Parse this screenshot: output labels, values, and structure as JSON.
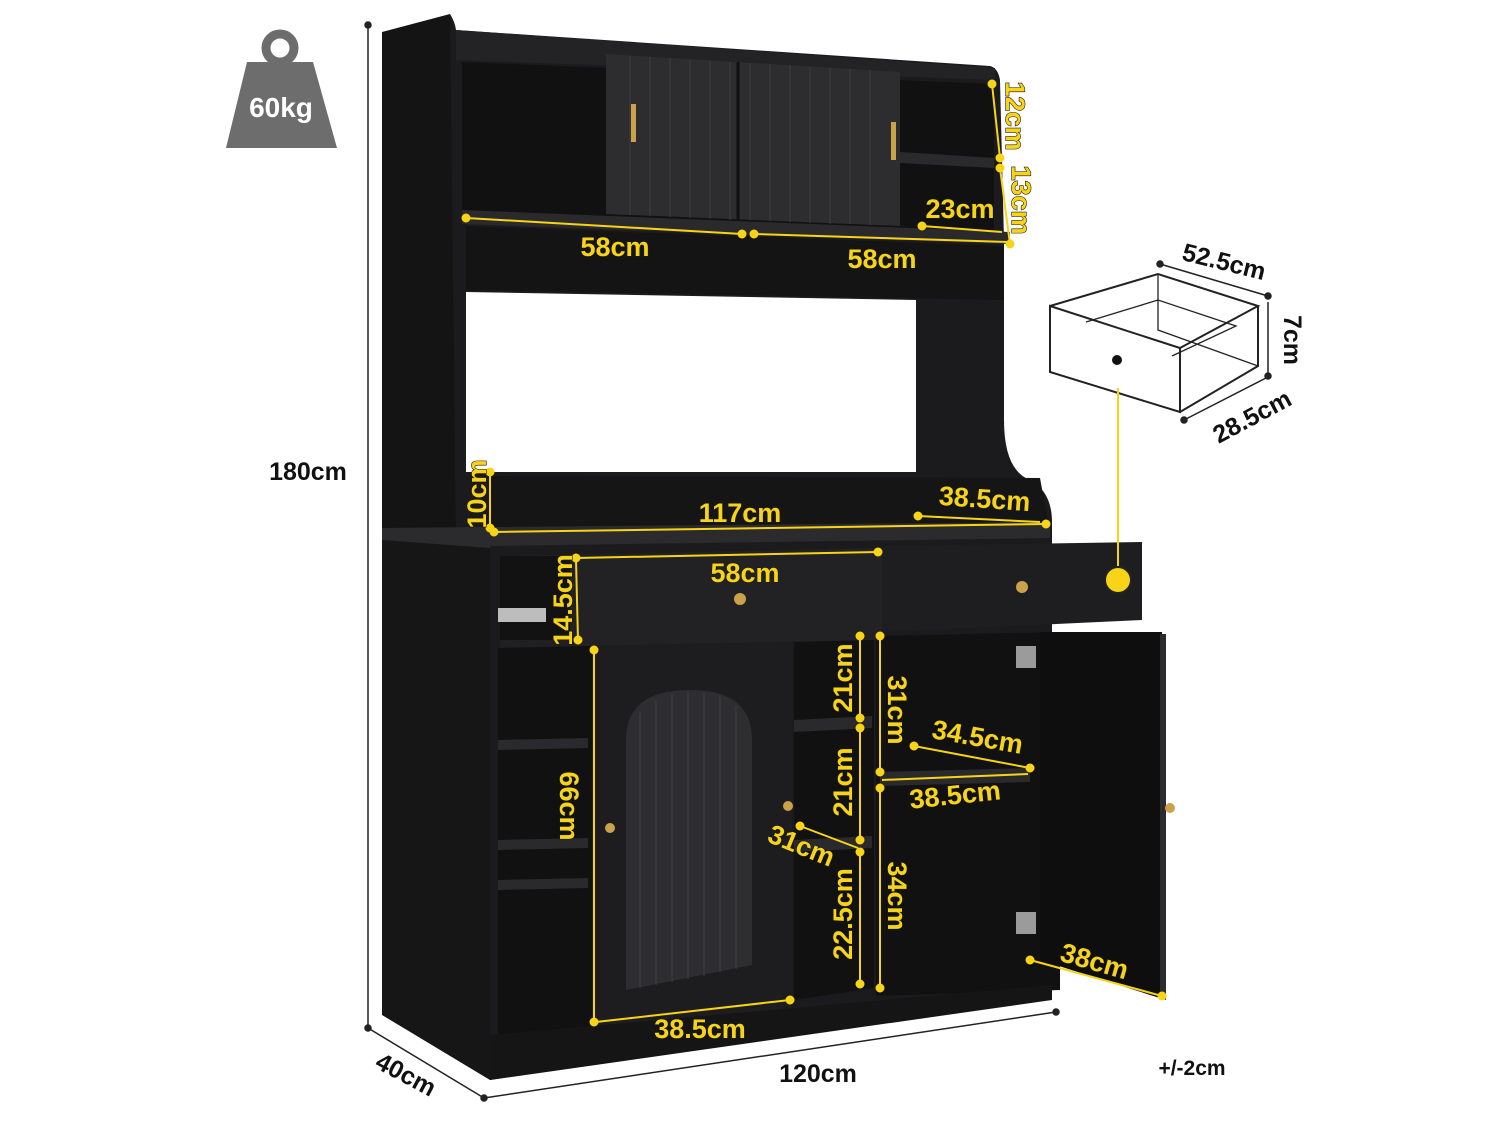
{
  "colors": {
    "cabinet": "#1b1b1d",
    "cabinet_edge": "#3a3a3c",
    "dimension": "#f7d417",
    "handle": "#c9a24a",
    "weight_icon": "#6d6d6d"
  },
  "weight": {
    "icon": "weight-icon",
    "label": "60kg"
  },
  "tolerance": "+/-2cm",
  "overall": {
    "height": "180cm",
    "width": "120cm",
    "depth": "40cm"
  },
  "hutch": {
    "top_shelf_height": "12cm",
    "mid_shelf_height": "13cm",
    "small_shelf_depth": "23cm",
    "left_shelf_width": "58cm",
    "right_shelf_width": "58cm"
  },
  "drawer_detail": {
    "width": "52.5cm",
    "height": "7cm",
    "depth": "28.5cm"
  },
  "counter": {
    "backsplash_height": "10cm",
    "width": "117cm",
    "depth": "38.5cm"
  },
  "drawer": {
    "width": "58cm",
    "height": "14.5cm"
  },
  "lower_left": {
    "height": "66cm",
    "shelf_upper": "21cm",
    "shelf_middle": "21cm",
    "shelf_lower": "22.5cm",
    "shelf_depth": "31cm",
    "width": "38.5cm"
  },
  "lower_right": {
    "upper_height": "31cm",
    "shelf_width": "34.5cm",
    "shelf_depth": "38.5cm",
    "lower_height": "34cm",
    "door_width": "38cm"
  }
}
